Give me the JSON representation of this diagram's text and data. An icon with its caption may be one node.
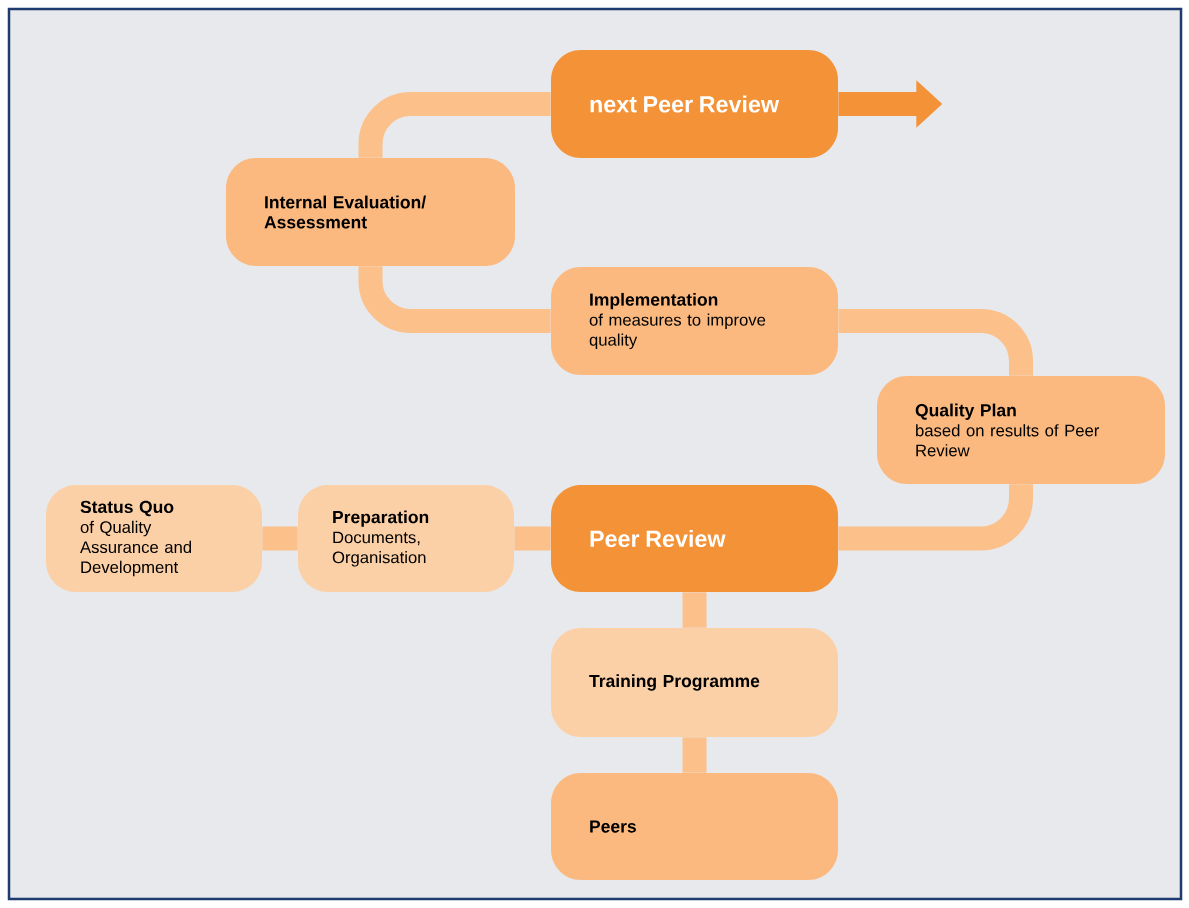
{
  "diagram": {
    "nodes": [
      {
        "text": [
          "next Peer Review"
        ]
      },
      {
        "text": [
          "Internal Evaluation/ Assessment"
        ]
      },
      {
        "text": [
          "Implementation",
          "of measures to improve quality"
        ]
      },
      {
        "text": [
          "Quality Plan",
          "based on results of Peer Review"
        ]
      },
      {
        "text": [
          "Status Quo",
          "of Quality Assurance and Development"
        ]
      },
      {
        "text": [
          "Preparation",
          "Documents, Organisation"
        ]
      },
      {
        "text": [
          "Peer Review"
        ]
      },
      {
        "text": [
          "Training Programme"
        ]
      },
      {
        "text": [
          "Peers"
        ]
      }
    ],
    "edges": [
      {
        "from": 4,
        "to": 5,
        "arrow": "none"
      },
      {
        "from": 5,
        "to": 6,
        "arrow": "none"
      },
      {
        "from": 6,
        "to": 3,
        "arrow": "none"
      },
      {
        "from": 3,
        "to": 2,
        "arrow": "none"
      },
      {
        "from": 2,
        "to": 1,
        "arrow": "none"
      },
      {
        "from": 1,
        "to": 0,
        "arrow": "none"
      },
      {
        "from": 0,
        "to": null,
        "arrow": "to",
        "color": "#f39237"
      },
      {
        "from": 6,
        "to": 7,
        "arrow": "none"
      },
      {
        "from": 7,
        "to": 8,
        "arrow": "none"
      }
    ]
  }
}
